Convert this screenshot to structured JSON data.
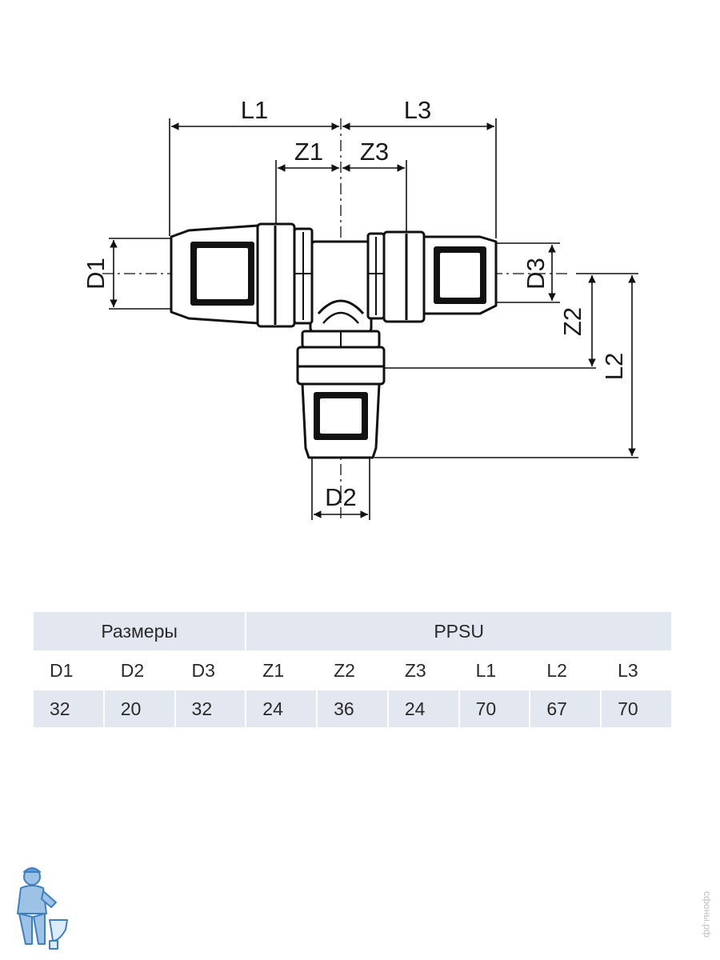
{
  "diagram": {
    "labels": {
      "L1": "L1",
      "L2": "L2",
      "L3": "L3",
      "Z1": "Z1",
      "Z2": "Z2",
      "Z3": "Z3",
      "D1": "D1",
      "D2": "D2",
      "D3": "D3"
    }
  },
  "table": {
    "group_headers": [
      "Размеры",
      "PPSU"
    ],
    "columns": [
      "D1",
      "D2",
      "D3",
      "Z1",
      "Z2",
      "Z3",
      "L1",
      "L2",
      "L3"
    ],
    "values": [
      "32",
      "20",
      "32",
      "24",
      "36",
      "24",
      "70",
      "67",
      "70"
    ],
    "fill_color": "#e2e7f0"
  },
  "watermark": {
    "text": "сфоны.рф"
  },
  "logo": {
    "icon": "plumber-mascot-icon"
  }
}
